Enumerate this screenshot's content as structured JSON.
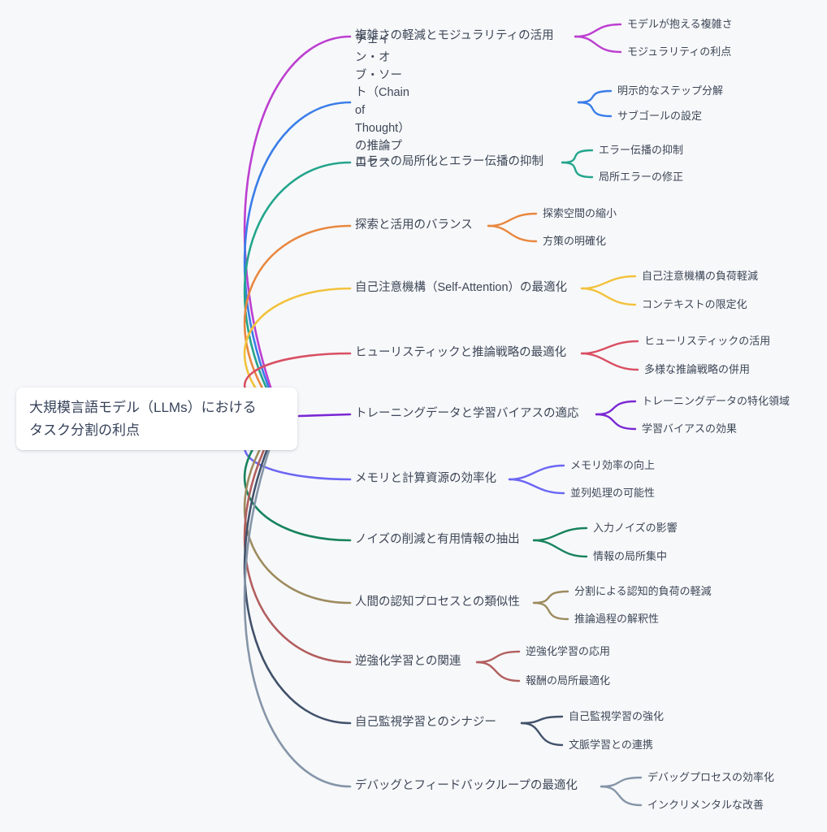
{
  "root": {
    "lines": [
      "大規模言語モデル（LLMs）における",
      "タスク分割の利点"
    ]
  },
  "branches": [
    {
      "label": "複雑さの軽減とモジュラリティの活用",
      "color": "#bc3fd0",
      "children": [
        "モデルが抱える複雑さ",
        "モジュラリティの利点"
      ]
    },
    {
      "label": "チェイン・オブ・ソート（Chain of Thought）の推論プロセス",
      "color": "#3a7de8",
      "children": [
        "明示的なステップ分解",
        "サブゴールの設定"
      ]
    },
    {
      "label": "エラーの局所化とエラー伝播の抑制",
      "color": "#23a58c",
      "children": [
        "エラー伝播の抑制",
        "局所エラーの修正"
      ]
    },
    {
      "label": "探索と活用のバランス",
      "color": "#e8873e",
      "children": [
        "探索空間の縮小",
        "方策の明確化"
      ]
    },
    {
      "label": "自己注意機構（Self-Attention）の最適化",
      "color": "#f2c23c",
      "children": [
        "自己注意機構の負荷軽減",
        "コンテキストの限定化"
      ]
    },
    {
      "label": "ヒューリスティックと推論戦略の最適化",
      "color": "#d94f63",
      "children": [
        "ヒューリスティックの活用",
        "多様な推論戦略の併用"
      ]
    },
    {
      "label": "トレーニングデータと学習バイアスの適応",
      "color": "#7a28d4",
      "children": [
        "トレーニングデータの特化領域",
        "学習バイアスの効果"
      ]
    },
    {
      "label": "メモリと計算資源の効率化",
      "color": "#6c66f4",
      "children": [
        "メモリ効率の向上",
        "並列処理の可能性"
      ]
    },
    {
      "label": "ノイズの削減と有用情報の抽出",
      "color": "#17835c",
      "children": [
        "入力ノイズの影響",
        "情報の局所集中"
      ]
    },
    {
      "label": "人間の認知プロセスとの類似性",
      "color": "#9d8b5f",
      "children": [
        "分割による認知的負荷の軽減",
        "推論過程の解釈性"
      ]
    },
    {
      "label": "逆強化学習との関連",
      "color": "#b25e5e",
      "children": [
        "逆強化学習の応用",
        "報酬の局所最適化"
      ]
    },
    {
      "label": "自己監視学習とのシナジー",
      "color": "#42526b",
      "children": [
        "自己監視学習の強化",
        "文脈学習との連携"
      ]
    },
    {
      "label": "デバッグとフィードバックループの最適化",
      "color": "#8595a8",
      "children": [
        "デバッグプロセスの効率化",
        "インクリメンタルな改善"
      ]
    }
  ],
  "colors": {
    "background": "#f7f8fa",
    "card_background": "#ffffff",
    "text": "#3d4757"
  }
}
